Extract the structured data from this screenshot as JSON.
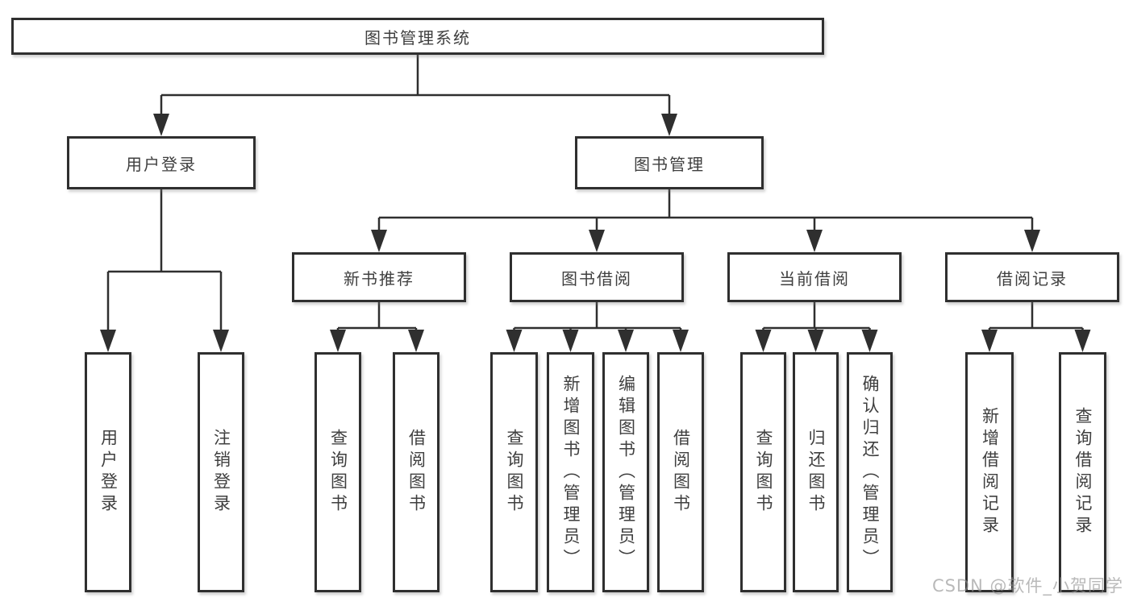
{
  "diagram_title": "图书管理系统",
  "nodes": {
    "root": "图书管理系统",
    "user_login": "用户登录",
    "book_mgmt": "图书管理",
    "new_book_rec": "新书推荐",
    "book_borrow": "图书借阅",
    "current_borrow": "当前借阅",
    "borrow_records": "借阅记录",
    "leaf_user_login": "用户登录",
    "leaf_logout": "注销登录",
    "leaf_query_book_rec": "查询图书",
    "leaf_borrow_book_rec": "借阅图书",
    "leaf_query_book_borrow": "查询图书",
    "leaf_add_book": "新增图书（管理员）",
    "leaf_edit_book": "编辑图书（管理员）",
    "leaf_borrow_book": "借阅图书",
    "leaf_query_book_current": "查询图书",
    "leaf_return_book": "归还图书",
    "leaf_confirm_return": "确认归还（管理员）",
    "leaf_add_record": "新增借阅记录",
    "leaf_query_record": "查询借阅记录"
  },
  "colors": {
    "line": "#2f2f2f",
    "text": "#3f3f3f",
    "watermark": "#949494"
  },
  "watermark": "CSDN @软件_小贺同学"
}
